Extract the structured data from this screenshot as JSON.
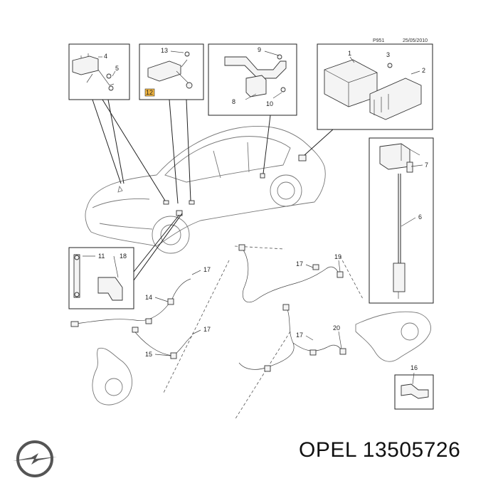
{
  "header": {
    "diagram_code": "P951",
    "date": "25/05/2010"
  },
  "callouts": {
    "n1": "1",
    "n2": "2",
    "n3": "3",
    "n4": "4",
    "n5": "5",
    "n6": "6",
    "n7": "7",
    "n8": "8",
    "n9": "9",
    "n10": "10",
    "n11": "11",
    "n12": "12",
    "n13": "13",
    "n14": "14",
    "n15": "15",
    "n16": "16",
    "n17": "17",
    "n18": "18",
    "n19": "19",
    "n20": "20"
  },
  "caption": {
    "brand": "OPEL",
    "part_number": "13505726"
  },
  "colors": {
    "highlight": "#f2b640",
    "line": "#222222"
  }
}
